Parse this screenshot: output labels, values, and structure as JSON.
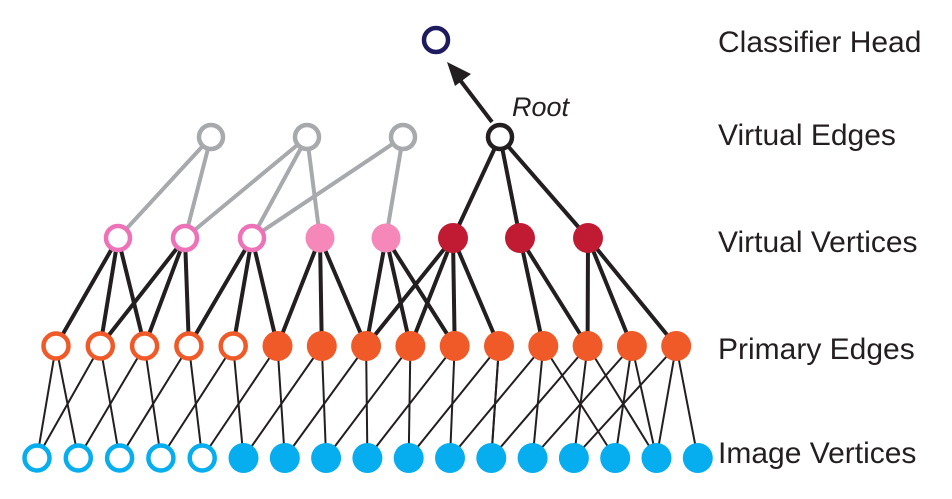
{
  "labels": {
    "classifier_head": "Classifier Head",
    "virtual_edges": "Virtual Edges",
    "virtual_vertices": "Virtual Vertices",
    "primary_edges": "Primary Edges",
    "image_vertices": "Image Vertices",
    "root": "Root"
  },
  "colors": {
    "classifier_head": "#1e1b5e",
    "virtual_edge": "#a7a9ac",
    "root": "#231f20",
    "virtual_vertex_pink": "#ee72b8",
    "virtual_vertex_pink_fill": "#f587b9",
    "virtual_vertex_red": "#c11b33",
    "primary_edge": "#f05a28",
    "image_vertex": "#06aeef",
    "black_line": "#231f20",
    "grey_line": "#a7a9ac"
  },
  "graph": {
    "image_vertices": [
      {
        "style": "hollow"
      },
      {
        "style": "hollow"
      },
      {
        "style": "hollow"
      },
      {
        "style": "hollow"
      },
      {
        "style": "hollow"
      },
      {
        "style": "filled"
      },
      {
        "style": "filled"
      },
      {
        "style": "filled"
      },
      {
        "style": "filled"
      },
      {
        "style": "filled"
      },
      {
        "style": "filled"
      },
      {
        "style": "filled"
      },
      {
        "style": "filled"
      },
      {
        "style": "filled"
      },
      {
        "style": "filled"
      },
      {
        "style": "filled"
      },
      {
        "style": "filled"
      }
    ],
    "primary_edges": [
      {
        "style": "hollow"
      },
      {
        "style": "hollow"
      },
      {
        "style": "hollow"
      },
      {
        "style": "hollow"
      },
      {
        "style": "hollow"
      },
      {
        "style": "filled"
      },
      {
        "style": "filled"
      },
      {
        "style": "filled"
      },
      {
        "style": "filled"
      },
      {
        "style": "filled"
      },
      {
        "style": "filled"
      },
      {
        "style": "filled"
      },
      {
        "style": "filled"
      },
      {
        "style": "filled"
      },
      {
        "style": "filled"
      }
    ],
    "virtual_vertices": [
      {
        "style": "pink-hollow"
      },
      {
        "style": "pink-hollow"
      },
      {
        "style": "pink-hollow"
      },
      {
        "style": "pink-filled"
      },
      {
        "style": "pink-filled"
      },
      {
        "style": "red-filled"
      },
      {
        "style": "red-filled"
      },
      {
        "style": "red-filled"
      }
    ],
    "virtual_edges": [
      {
        "style": "grey-hollow"
      },
      {
        "style": "grey-hollow"
      },
      {
        "style": "grey-hollow"
      },
      {
        "style": "root"
      }
    ],
    "primary_edge_to_image_vertex": [
      [
        0,
        0
      ],
      [
        0,
        1
      ],
      [
        1,
        0
      ],
      [
        1,
        2
      ],
      [
        2,
        1
      ],
      [
        2,
        3
      ],
      [
        3,
        2
      ],
      [
        3,
        4
      ],
      [
        4,
        3
      ],
      [
        4,
        5
      ],
      [
        5,
        4
      ],
      [
        5,
        6
      ],
      [
        6,
        5
      ],
      [
        6,
        7
      ],
      [
        7,
        6
      ],
      [
        7,
        8
      ],
      [
        8,
        7
      ],
      [
        8,
        9
      ],
      [
        9,
        8
      ],
      [
        9,
        10
      ],
      [
        10,
        9
      ],
      [
        10,
        11
      ],
      [
        11,
        10
      ],
      [
        11,
        12
      ],
      [
        12,
        11
      ],
      [
        12,
        13
      ],
      [
        13,
        12
      ],
      [
        13,
        14
      ],
      [
        14,
        13
      ],
      [
        14,
        16
      ],
      [
        12,
        15
      ],
      [
        13,
        15
      ],
      [
        14,
        15
      ],
      [
        11,
        14
      ],
      [
        10,
        11
      ]
    ],
    "virtual_vertex_to_primary_edge": [
      [
        0,
        0
      ],
      [
        0,
        1
      ],
      [
        0,
        2
      ],
      [
        1,
        1
      ],
      [
        1,
        2
      ],
      [
        1,
        3
      ],
      [
        2,
        3
      ],
      [
        2,
        4
      ],
      [
        2,
        5
      ],
      [
        3,
        5
      ],
      [
        3,
        6
      ],
      [
        3,
        7
      ],
      [
        4,
        7
      ],
      [
        4,
        8
      ],
      [
        4,
        9
      ],
      [
        5,
        7
      ],
      [
        5,
        8
      ],
      [
        5,
        9
      ],
      [
        5,
        10
      ],
      [
        6,
        11
      ],
      [
        6,
        12
      ],
      [
        7,
        12
      ],
      [
        7,
        13
      ],
      [
        7,
        14
      ]
    ],
    "virtual_edge_to_virtual_vertex": [
      [
        0,
        0
      ],
      [
        0,
        1
      ],
      [
        1,
        1
      ],
      [
        1,
        2
      ],
      [
        1,
        3
      ],
      [
        2,
        2
      ],
      [
        2,
        4
      ],
      [
        3,
        5
      ],
      [
        3,
        6
      ],
      [
        3,
        7
      ]
    ],
    "root_to_head": true
  }
}
